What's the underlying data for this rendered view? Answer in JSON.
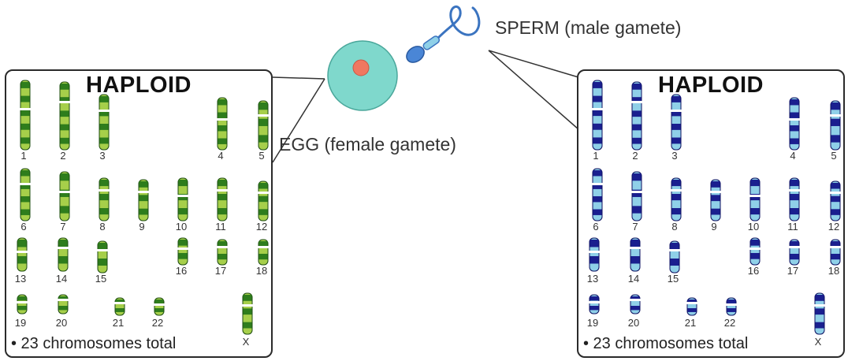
{
  "egg_caption": "EGG (female gamete)",
  "sperm_caption": "SPERM (male gamete)",
  "left_panel": {
    "title": "HAPLOID",
    "note": "• 23 chromosomes total",
    "colors": {
      "dark": "#2e7d1c",
      "light": "#a6cf4a",
      "outline": "#1e4d12"
    }
  },
  "right_panel": {
    "title": "HAPLOID",
    "note": "• 23 chromosomes total",
    "colors": {
      "dark": "#1a1f8f",
      "light": "#8fd0e8",
      "outline": "#0d1060"
    }
  },
  "egg_colors": {
    "cell": "#7fd8cc",
    "nucleus": "#f07860"
  },
  "sperm_colors": {
    "head": "#4a86d6",
    "tail": "#3b74c0"
  },
  "chromosome_labels": [
    "1",
    "2",
    "3",
    "4",
    "5",
    "6",
    "7",
    "8",
    "9",
    "10",
    "11",
    "12",
    "13",
    "14",
    "15",
    "16",
    "17",
    "18",
    "19",
    "20",
    "21",
    "22",
    "X"
  ]
}
